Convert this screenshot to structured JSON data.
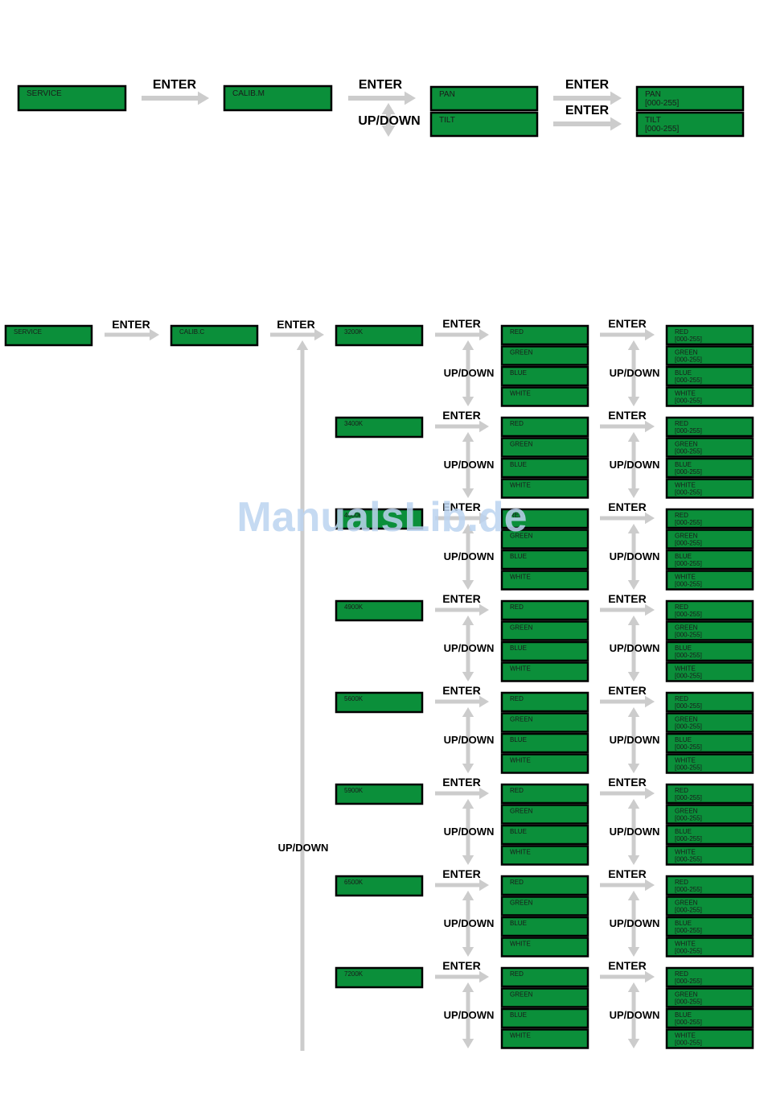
{
  "labels": {
    "enter": "ENTER",
    "updown": "UP/DOWN"
  },
  "colors": {
    "box": "#0b8f3a",
    "arrow": "#cccccc"
  },
  "watermark": "ManualsLib.de",
  "top_flow": {
    "service": "SERVICE",
    "calib": "CALIB.M",
    "options": [
      "PAN",
      "TILT"
    ],
    "values": [
      "PAN",
      "[000-255]",
      "TILT",
      "[000-255]"
    ]
  },
  "bottom_flow": {
    "service": "SERVICE",
    "calib": "CALIB.C",
    "temps": [
      "3200K",
      "3400K",
      "4600K",
      "4900K",
      "5600K",
      "5900K",
      "6500K",
      "7200K"
    ],
    "channels": [
      "RED",
      "GREEN",
      "BLUE",
      "WHITE"
    ],
    "range": "[000-255]"
  }
}
